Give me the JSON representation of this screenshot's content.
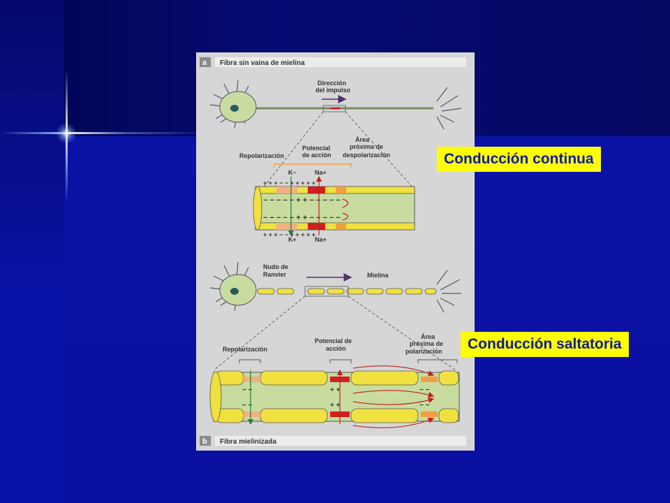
{
  "slide": {
    "label_continuous": "Conducción continua",
    "label_saltatory": "Conducción saltatoria"
  },
  "figure": {
    "panel_a": {
      "letter": "a",
      "title": "Fibra sin vaina de mielina",
      "direction_label_1": "Dirección",
      "direction_label_2": "del impulso",
      "repolarization": "Repolarización",
      "action_potential_1": "Potencial",
      "action_potential_2": "de acción",
      "area_1": "Área",
      "area_2": "próxima de",
      "area_3": "despolarización",
      "k_minus": "K−",
      "na_plus_top": "Na+",
      "k_plus": "K+",
      "na_plus_bottom": "Na+"
    },
    "panel_b": {
      "letter": "b",
      "title": "Fibra mielinizada",
      "node_label_1": "Nudo de",
      "node_label_2": "Ranvier",
      "myelin": "Mielina",
      "repolarization": "Repolarización",
      "action_potential_1": "Potencial de",
      "action_potential_2": "acción",
      "area_1": "Área",
      "area_2": "próxima de",
      "area_3": "polarización"
    }
  },
  "colors": {
    "background": "#0a10a0",
    "label_bg": "#ffff00",
    "label_text": "#0a1aa0",
    "figure_bg": "#d6d6d6",
    "axon_green": "#c8dca0",
    "myelin_yellow": "#f0e040",
    "action_red": "#d02020",
    "arrow_purple": "#503070"
  }
}
